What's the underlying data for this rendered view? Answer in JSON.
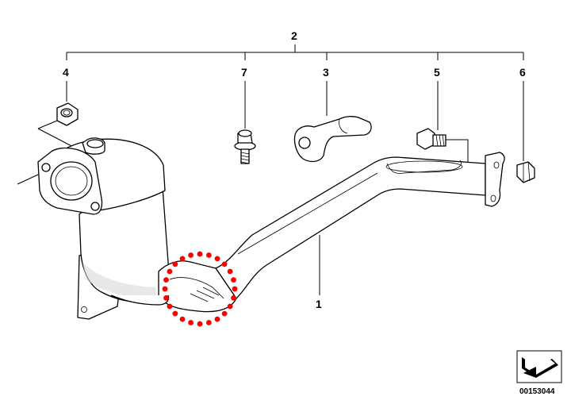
{
  "callouts": [
    {
      "id": "callout-2",
      "label": "2"
    },
    {
      "id": "callout-4",
      "label": "4"
    },
    {
      "id": "callout-7",
      "label": "7"
    },
    {
      "id": "callout-3",
      "label": "3"
    },
    {
      "id": "callout-5",
      "label": "5"
    },
    {
      "id": "callout-6",
      "label": "6"
    },
    {
      "id": "callout-1",
      "label": "1"
    }
  ],
  "reference_number": "00153044",
  "highlight_color": "#ff0000",
  "line_color": "#000000"
}
